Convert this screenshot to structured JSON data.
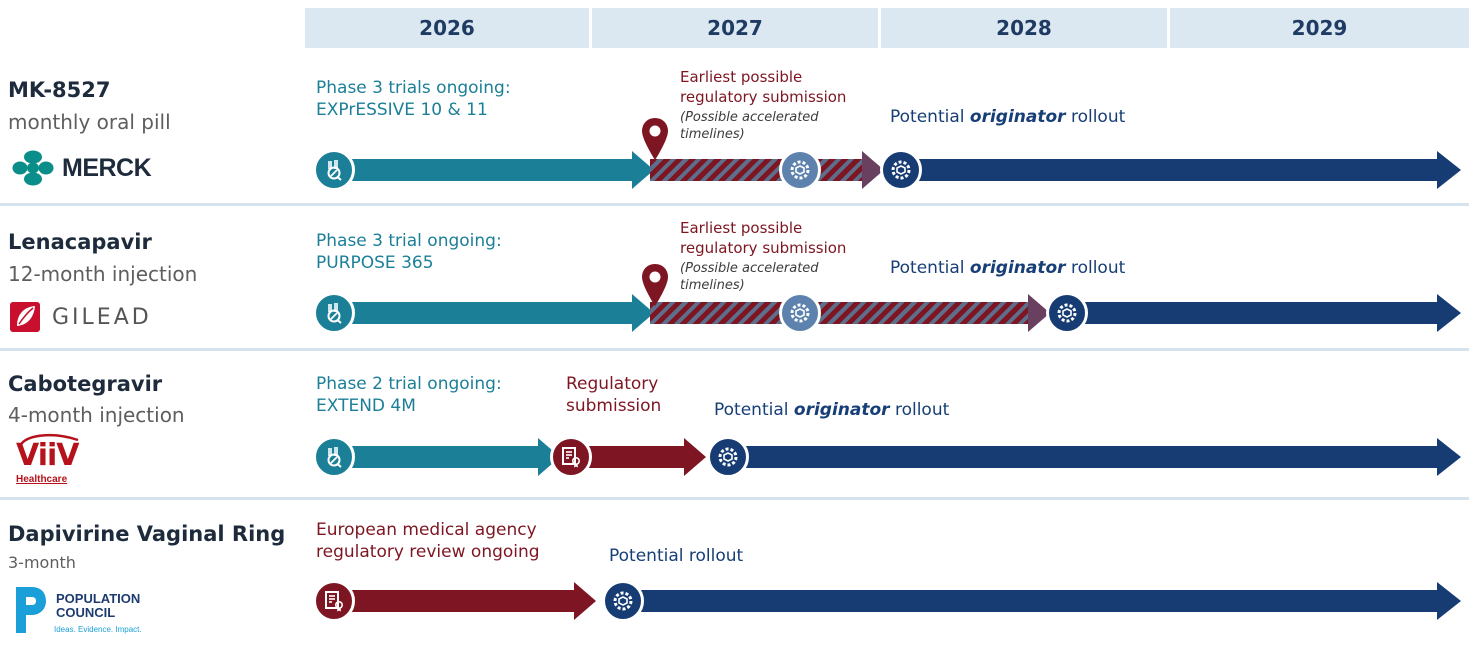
{
  "years": [
    "2026",
    "2027",
    "2028",
    "2029"
  ],
  "rows": [
    {
      "name": "MK-8527",
      "subtitle": "monthly oral pill",
      "company": "MERCK",
      "phase_label_1": "Phase 3 trials ongoing:",
      "phase_label_2": "EXPrESSIVE 10 & 11",
      "reg_label_1": "Earliest possible",
      "reg_label_2": "regulatory submission",
      "reg_note_1": "(Possible accelerated",
      "reg_note_2": "timelines)",
      "rollout_prefix": "Potential ",
      "rollout_em": "originator",
      "rollout_suffix": " rollout"
    },
    {
      "name": "Lenacapavir",
      "subtitle": "12-month injection",
      "company": "GILEAD",
      "phase_label_1": "Phase 3 trial ongoing:",
      "phase_label_2": "PURPOSE 365",
      "reg_label_1": "Earliest possible",
      "reg_label_2": "regulatory submission",
      "reg_note_1": "(Possible accelerated",
      "reg_note_2": "timelines)",
      "rollout_prefix": "Potential ",
      "rollout_em": "originator",
      "rollout_suffix": " rollout"
    },
    {
      "name": "Cabotegravir",
      "subtitle": "4-month injection",
      "company_1": "ViiV",
      "company_2": "Healthcare",
      "phase_label_1": "Phase 2 trial ongoing:",
      "phase_label_2": "EXTEND 4M",
      "reg_label_1": "Regulatory",
      "reg_label_2": "submission",
      "rollout_prefix": "Potential ",
      "rollout_em": "originator",
      "rollout_suffix": " rollout"
    },
    {
      "name": "Dapivirine Vaginal Ring",
      "subtitle": "3-month",
      "company_1": "POPULATION",
      "company_2": "COUNCIL",
      "company_tagline": "Ideas. Evidence. Impact.",
      "review_label_1": "European medical agency",
      "review_label_2": "regulatory review ongoing",
      "rollout_label": "Potential rollout"
    }
  ],
  "colors": {
    "trial": "#1b7f98",
    "regulatory": "#7d1622",
    "rollout": "#163c73",
    "header_bg": "#dbe8f1"
  },
  "icons": {
    "trial": "clinical-trial-icon",
    "regulatory": "certificate-icon",
    "rollout": "gear-box-icon",
    "milestone": "map-pin-icon"
  }
}
